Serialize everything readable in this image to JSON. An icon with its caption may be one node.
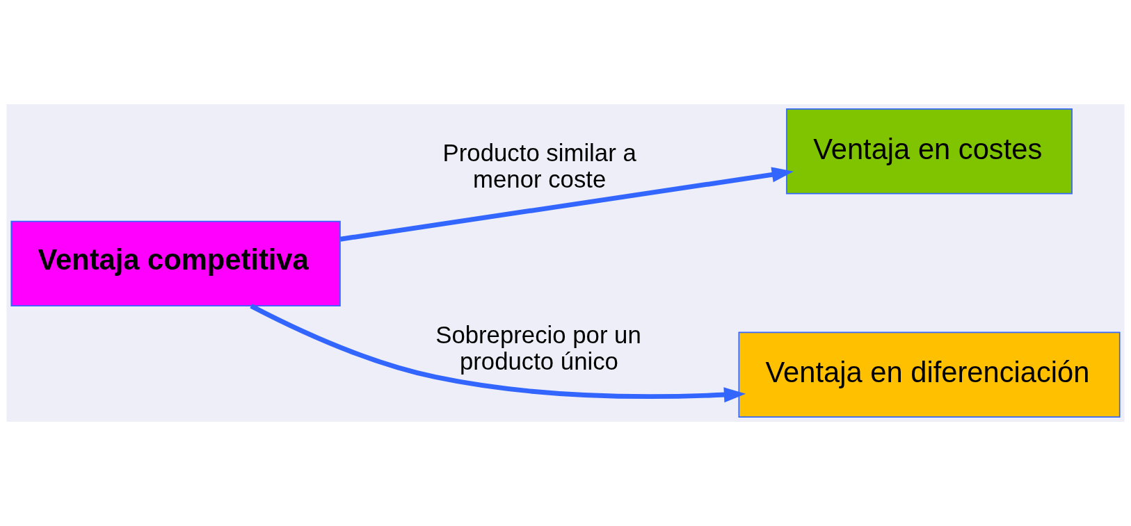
{
  "diagram": {
    "nodes": [
      {
        "text": [
          "Ventaja competitiva"
        ]
      },
      {
        "text": [
          "Ventaja en costes"
        ]
      },
      {
        "text": [
          "Ventaja en diferenciación"
        ]
      }
    ],
    "edges": [
      {
        "from": 0,
        "to": 1,
        "arrow": "to",
        "label": "Producto similar a menor coste"
      },
      {
        "from": 0,
        "to": 2,
        "arrow": "to",
        "label": "Sobreprecio por un producto único"
      }
    ]
  }
}
